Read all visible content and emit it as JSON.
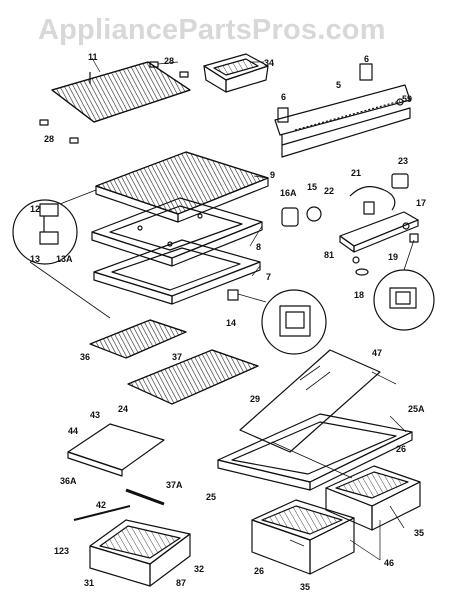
{
  "watermark": "AppliancePartsPros.com",
  "parts": {
    "p11": "11",
    "p28a": "28",
    "p34": "34",
    "p6a": "6",
    "p5": "5",
    "p6b": "6",
    "p59": "59",
    "p28b": "28",
    "p9": "9",
    "p12": "12",
    "p13": "13",
    "p13A": "13A",
    "p16A": "16A",
    "p15": "15",
    "p21": "21",
    "p22": "22",
    "p23": "23",
    "p17": "17",
    "p8": "8",
    "p7": "7",
    "p81": "81",
    "p18": "18",
    "p19": "19",
    "p14": "14",
    "p36": "36",
    "p37": "37",
    "p24": "24",
    "p29": "29",
    "p47": "47",
    "p25A": "25A",
    "p43": "43",
    "p44": "44",
    "p36A": "36A",
    "p37A": "37A",
    "p26a": "26",
    "p25": "25",
    "p42": "42",
    "p123": "123",
    "p32": "32",
    "p31": "31",
    "p87": "87",
    "p26b": "26",
    "p35a": "35",
    "p35b": "35",
    "p46": "46"
  }
}
